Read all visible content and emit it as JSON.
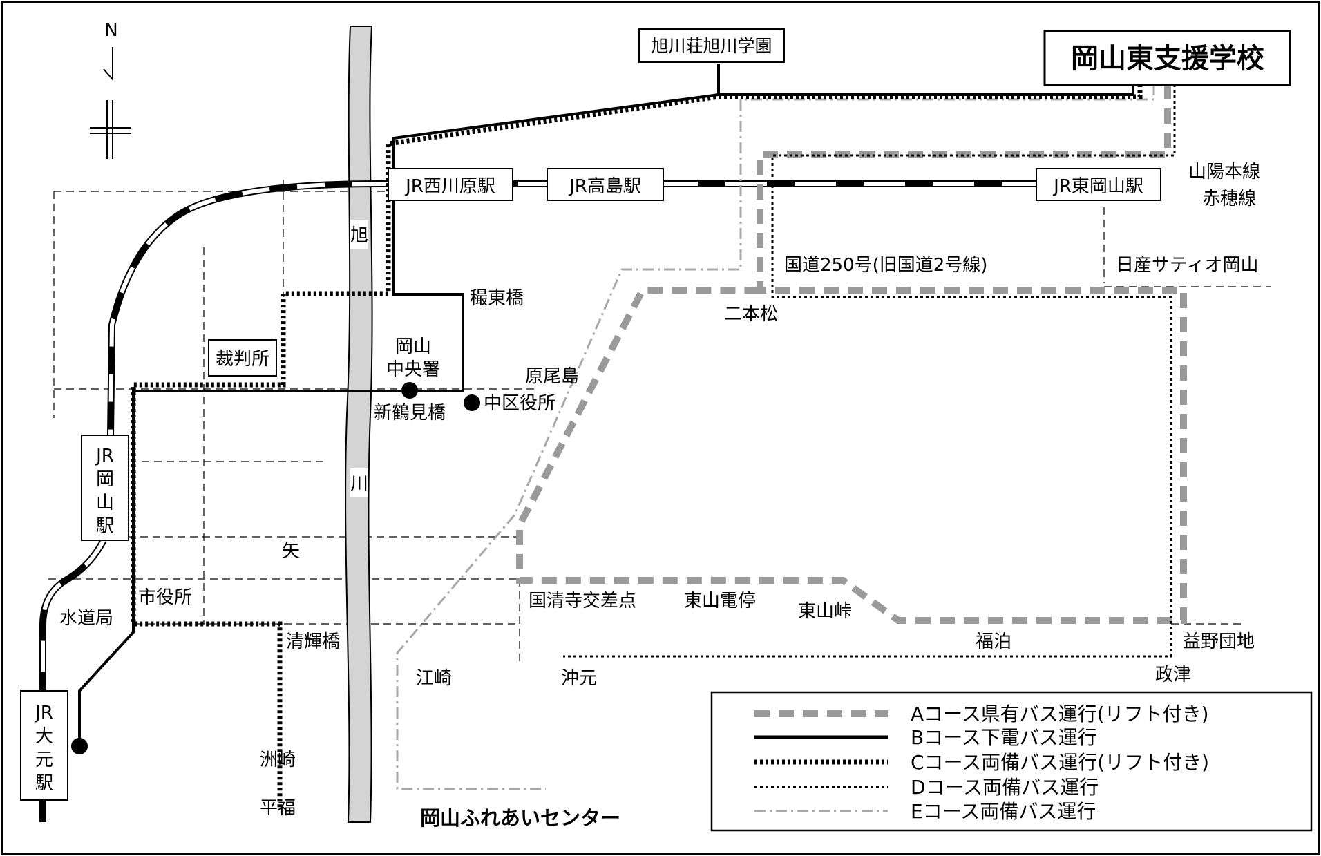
{
  "compass": {
    "north": "N"
  },
  "school": {
    "name": "岡山東支援学校"
  },
  "facilities": {
    "asahikawa_gakuen": "旭川荘旭川学園",
    "saibansho": "裁判所",
    "chuo_sho_1": "岡山",
    "chuo_sho_2": "中央署",
    "fureai_center": "岡山ふれあいセンター"
  },
  "stations": {
    "nishigawara": "JR西川原駅",
    "takashima": "JR高島駅",
    "higashi_okayama": "JR東岡山駅",
    "okayama": [
      "JR",
      "岡",
      "山",
      "駅"
    ],
    "omoto": [
      "JR",
      "大",
      "元",
      "駅"
    ]
  },
  "rail_lines": {
    "sanyo": "山陽本線",
    "ako": "赤穂線"
  },
  "river": {
    "chars": [
      "旭",
      "川"
    ]
  },
  "places": {
    "route250": "国道250号(旧国道2号線)",
    "nissan": "日産サティオ岡山",
    "nihonmatsu": "二本松",
    "kaito_bashi": "穝東橋",
    "haraojima": "原尾島",
    "shintsurumi": "新鶴見橋",
    "naka_kuyakusho": "中区役所",
    "kokuseiji": "国清寺交差点",
    "higashiyama_den": "東山電停",
    "higashiyama_toge": "東山峠",
    "fukudomari": "福泊",
    "masuno": "益野団地",
    "masazu": "政津",
    "okimoto": "沖元",
    "ezaki": "江崎",
    "suzaki": "洲崎",
    "hirafuku": "平福",
    "seikibashi": "清輝橋",
    "shiyakusho": "市役所",
    "suidokyoku": "水道局",
    "kuma": "⽮"
  },
  "legend": {
    "items": [
      {
        "course": "A",
        "label": "Aコース県有バス運行(リフト付き)"
      },
      {
        "course": "B",
        "label": "Bコース下電バス運行"
      },
      {
        "course": "C",
        "label": "Cコース両備バス運行(リフト付き)"
      },
      {
        "course": "D",
        "label": "Dコース両備バス運行"
      },
      {
        "course": "E",
        "label": "Eコース両備バス運行"
      }
    ]
  },
  "colors": {
    "A": "#9a9a9a",
    "B": "#000000",
    "C": "#000000",
    "D": "#000000",
    "E": "#a8a8a8",
    "river": "#d4d4d4"
  }
}
